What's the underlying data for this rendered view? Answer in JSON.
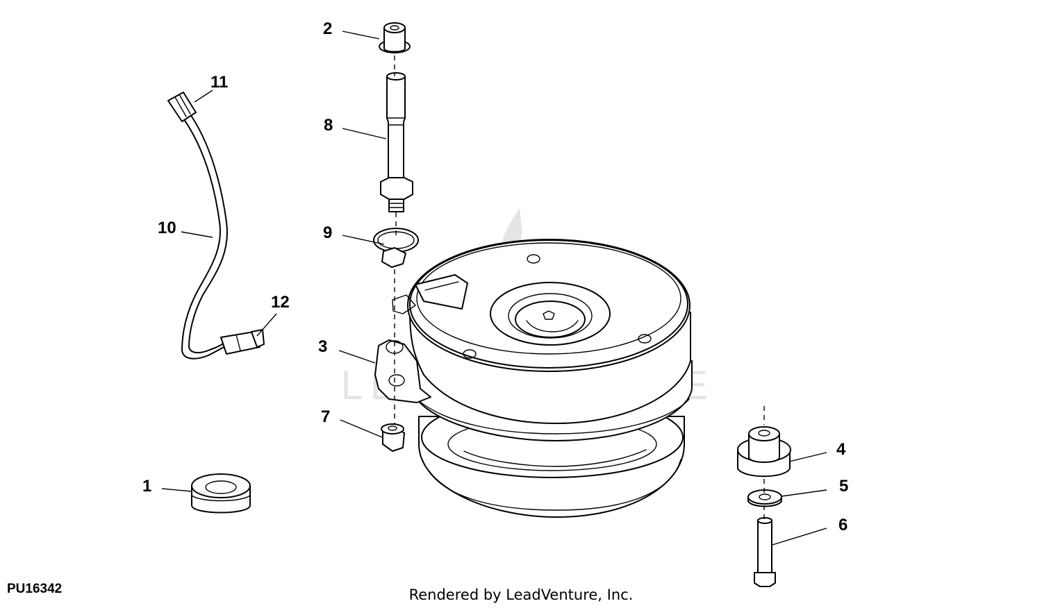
{
  "figure_id": "PU16342",
  "footer": "Rendered by LeadVenture, Inc.",
  "watermark": "LEADVENTURE",
  "callouts": {
    "p1": "1",
    "p2": "2",
    "p3": "3",
    "p4": "4",
    "p5": "5",
    "p6": "6",
    "p7": "7",
    "p8": "8",
    "p9": "9",
    "p10": "10",
    "p11": "11",
    "p12": "12"
  }
}
